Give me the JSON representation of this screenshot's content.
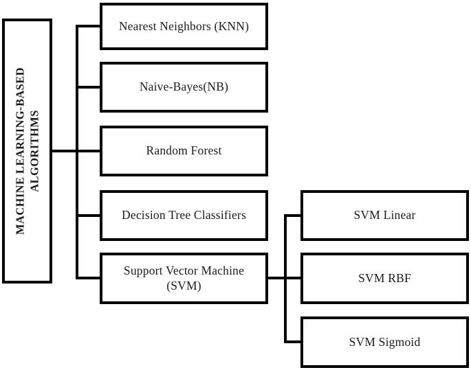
{
  "figure": {
    "background_color": "#ffffff",
    "border_color": "#000000",
    "text_color": "#1b1b1b"
  },
  "root": {
    "label": "MACHINE LEARNING-BASED ALGORITHMS"
  },
  "algorithms": [
    {
      "label": "Nearest Neighbors (KNN)"
    },
    {
      "label": "Naive-Bayes(NB)"
    },
    {
      "label": "Random Forest"
    },
    {
      "label": "Decision Tree Classifiers"
    },
    {
      "label": "Support Vector Machine (SVM)"
    }
  ],
  "svm_variants": [
    {
      "label": "SVM Linear"
    },
    {
      "label": "SVM RBF"
    },
    {
      "label": "SVM Sigmoid"
    }
  ]
}
